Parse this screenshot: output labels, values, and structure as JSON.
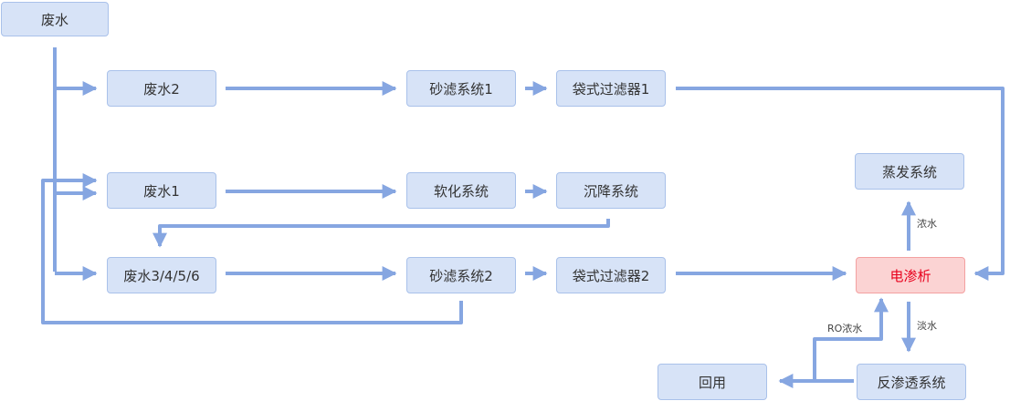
{
  "colors": {
    "node_fill": "#d7e3f7",
    "node_border": "#a9c1ea",
    "connector": "#86a6e1",
    "alert_fill": "#fbd3d3",
    "alert_border": "#f3a1a1",
    "alert_text": "#e8001c"
  },
  "nodes": {
    "wastewater": "废水",
    "wastewater_2": "废水2",
    "sand_filter_1": "砂滤系统1",
    "bag_filter_1": "袋式过滤器1",
    "wastewater_1": "废水1",
    "softening": "软化系统",
    "sedimentation": "沉降系统",
    "wastewater_3456": "废水3/4/5/6",
    "sand_filter_2": "砂滤系统2",
    "bag_filter_2": "袋式过滤器2",
    "evaporation": "蒸发系统",
    "electrodialysis": "电渗析",
    "reverse_osmosis": "反渗透系统",
    "reuse": "回用"
  },
  "edge_labels": {
    "concentrate": "浓水",
    "dilute": "淡水",
    "ro_concentrate": "RO浓水"
  }
}
